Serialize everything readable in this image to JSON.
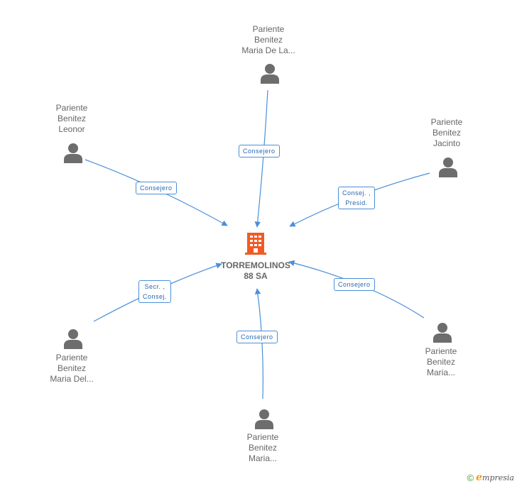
{
  "company": {
    "lines": [
      "TORREMOLINOS",
      "88 SA"
    ],
    "icon": "building-icon",
    "color": "#f15a24"
  },
  "people": [
    {
      "id": "top",
      "lines": [
        "Pariente",
        "Benitez",
        "Maria De La..."
      ]
    },
    {
      "id": "upper-left",
      "lines": [
        "Pariente",
        "Benitez",
        "Leonor"
      ]
    },
    {
      "id": "upper-right",
      "lines": [
        "Pariente",
        "Benitez",
        "Jacinto"
      ]
    },
    {
      "id": "lower-left",
      "lines": [
        "Pariente",
        "Benitez",
        "Maria Del..."
      ]
    },
    {
      "id": "lower-right",
      "lines": [
        "Pariente",
        "Benitez",
        "Maria..."
      ]
    },
    {
      "id": "bottom",
      "lines": [
        "Pariente",
        "Benitez",
        "Maria..."
      ]
    }
  ],
  "relations": [
    {
      "from": "top",
      "lines": [
        "Consejero"
      ]
    },
    {
      "from": "upper-left",
      "lines": [
        "Consejero"
      ]
    },
    {
      "from": "upper-right",
      "lines": [
        "Consej. ,",
        "Presid."
      ]
    },
    {
      "from": "lower-left",
      "lines": [
        "Secr. ,",
        "Consej."
      ]
    },
    {
      "from": "lower-right",
      "lines": [
        "Consejero"
      ]
    },
    {
      "from": "bottom",
      "lines": [
        "Consejero"
      ]
    }
  ],
  "footer": {
    "copyright_symbol": "©",
    "brand_initial": "e",
    "brand_rest": "mpresia"
  },
  "colors": {
    "edge": "#4a8fd8",
    "person_icon": "#6d6d6d",
    "label_text": "#666666"
  }
}
